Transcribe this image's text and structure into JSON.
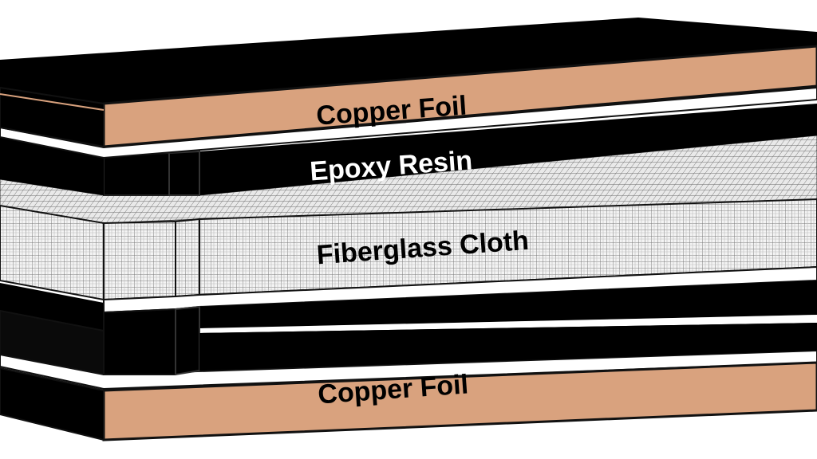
{
  "diagram": {
    "layers": {
      "top_copper": {
        "label": "Copper Foil",
        "color": "#D9A27E"
      },
      "epoxy": {
        "label": "Epoxy Resin",
        "color": "#000000"
      },
      "fiberglass": {
        "label": "Fiberglass Cloth",
        "color": "#F2F2F2"
      },
      "bottom_copper": {
        "label": "Copper Foil",
        "color": "#D9A27E"
      }
    },
    "colors": {
      "outline": "#111111",
      "black_layer": "#000000",
      "background": "#ffffff"
    }
  }
}
